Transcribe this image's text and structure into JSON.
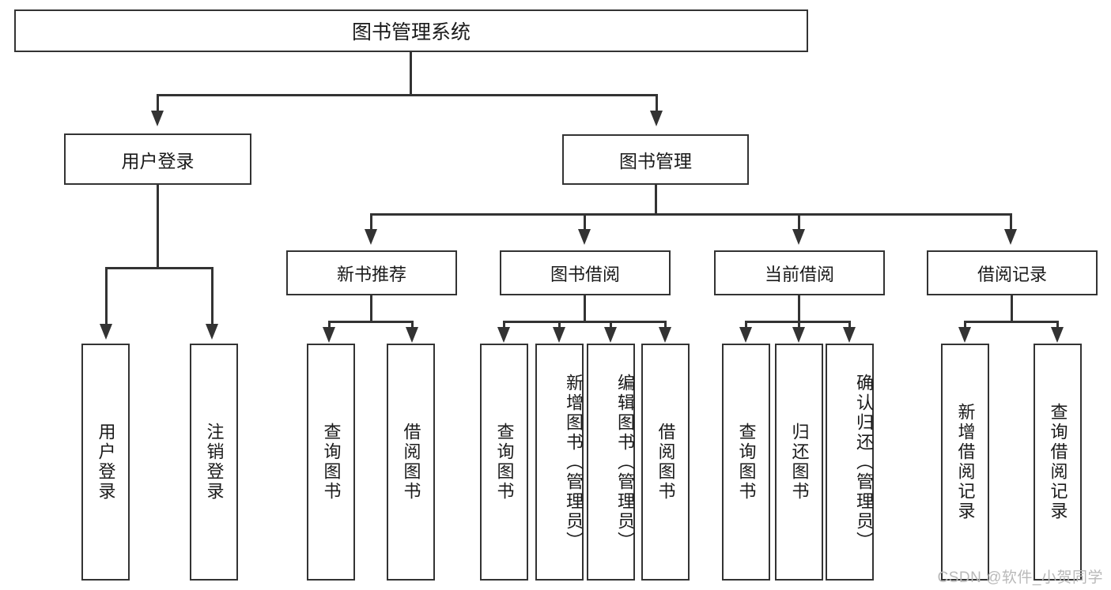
{
  "diagram": {
    "title": "图书管理系统",
    "type": "tree-hierarchy-diagram",
    "root": {
      "label": "图书管理系统"
    },
    "level2": [
      {
        "label": "用户登录"
      },
      {
        "label": "图书管理"
      }
    ],
    "level3": [
      {
        "label": "新书推荐"
      },
      {
        "label": "图书借阅"
      },
      {
        "label": "当前借阅"
      },
      {
        "label": "借阅记录"
      }
    ],
    "leaves": {
      "user_login": [
        {
          "label": "用户登录"
        },
        {
          "label": "注销登录"
        }
      ],
      "new_book_recommend": [
        {
          "label": "查询图书"
        },
        {
          "label": "借阅图书"
        }
      ],
      "book_borrow": [
        {
          "label": "查询图书"
        },
        {
          "label": "新增图书（管理员）"
        },
        {
          "label": "编辑图书（管理员）"
        },
        {
          "label": "借阅图书"
        }
      ],
      "current_borrow": [
        {
          "label": "查询图书"
        },
        {
          "label": "归还图书"
        },
        {
          "label": "确认归还（管理员）"
        }
      ],
      "borrow_record": [
        {
          "label": "新增借阅记录"
        },
        {
          "label": "查询借阅记录"
        }
      ]
    }
  },
  "watermark": {
    "text": "CSDN @软件_小贺同学"
  },
  "colors": {
    "stroke": "#333333",
    "text": "#1a1a1a",
    "background": "#ffffff",
    "watermark": "#b9b9b9"
  }
}
